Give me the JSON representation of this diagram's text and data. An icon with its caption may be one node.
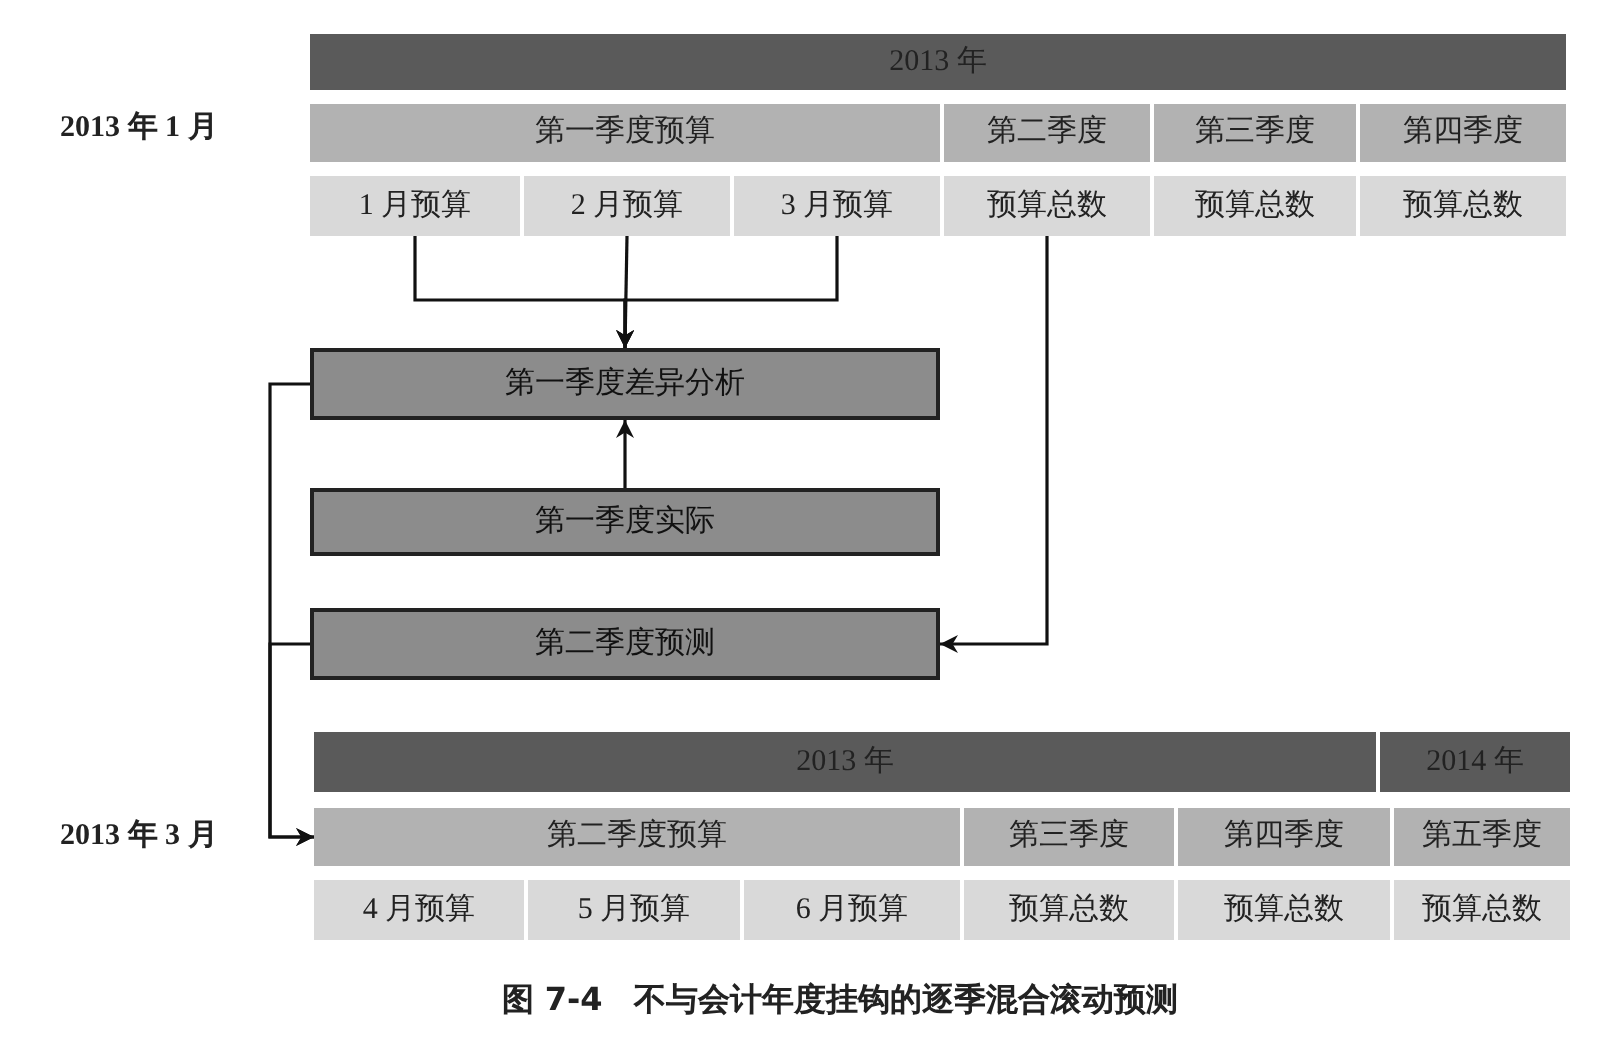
{
  "diagram": {
    "caption": "图 7-4　不与会计年度挂钩的逐季混合滚动预测",
    "nodes": [
      {
        "text": [
          "2013 年"
        ]
      },
      {
        "text": [
          "第一季度预算"
        ]
      },
      {
        "text": [
          "第二季度"
        ]
      },
      {
        "text": [
          "第三季度"
        ]
      },
      {
        "text": [
          "第四季度"
        ]
      },
      {
        "text": [
          "1 月预算"
        ]
      },
      {
        "text": [
          "2 月预算"
        ]
      },
      {
        "text": [
          "3 月预算"
        ]
      },
      {
        "text": [
          "预算总数"
        ]
      },
      {
        "text": [
          "预算总数"
        ]
      },
      {
        "text": [
          "预算总数"
        ]
      },
      {
        "text": [
          "第一季度差异分析"
        ]
      },
      {
        "text": [
          "第一季度实际"
        ]
      },
      {
        "text": [
          "第二季度预测"
        ]
      },
      {
        "text": [
          "2013 年"
        ]
      },
      {
        "text": [
          "2014 年"
        ]
      },
      {
        "text": [
          "第二季度预算"
        ]
      },
      {
        "text": [
          "第三季度"
        ]
      },
      {
        "text": [
          "第四季度"
        ]
      },
      {
        "text": [
          "第五季度"
        ]
      },
      {
        "text": [
          "4 月预算"
        ]
      },
      {
        "text": [
          "5 月预算"
        ]
      },
      {
        "text": [
          "6 月预算"
        ]
      },
      {
        "text": [
          "预算总数"
        ]
      },
      {
        "text": [
          "预算总数"
        ]
      },
      {
        "text": [
          "预算总数"
        ]
      }
    ],
    "edges": [
      {
        "from": 5,
        "to": 11,
        "arrow": "to"
      },
      {
        "from": 6,
        "to": 11,
        "arrow": "to"
      },
      {
        "from": 7,
        "to": 11,
        "arrow": "to"
      },
      {
        "from": 12,
        "to": 11,
        "arrow": "to"
      },
      {
        "from": 8,
        "to": 13,
        "arrow": "to"
      },
      {
        "from": 11,
        "to": 16,
        "arrow": "to"
      },
      {
        "from": 13,
        "to": 16,
        "arrow": "to"
      }
    ],
    "labels": [
      "2013 年 1 月",
      "2013 年 3 月"
    ]
  }
}
